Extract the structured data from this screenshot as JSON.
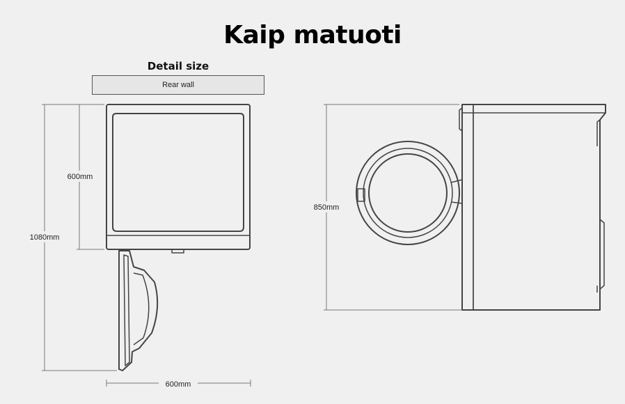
{
  "title": "Kaip matuoti",
  "detail_label": "Detail size",
  "rear_wall_label": "Rear wall",
  "dimensions": {
    "top_depth": "600mm",
    "total_depth": "1080mm",
    "bottom_width": "600mm",
    "front_height": "850mm"
  },
  "colors": {
    "background": "#f0f0f0",
    "line": "#444444",
    "dimension_line": "#777777"
  }
}
